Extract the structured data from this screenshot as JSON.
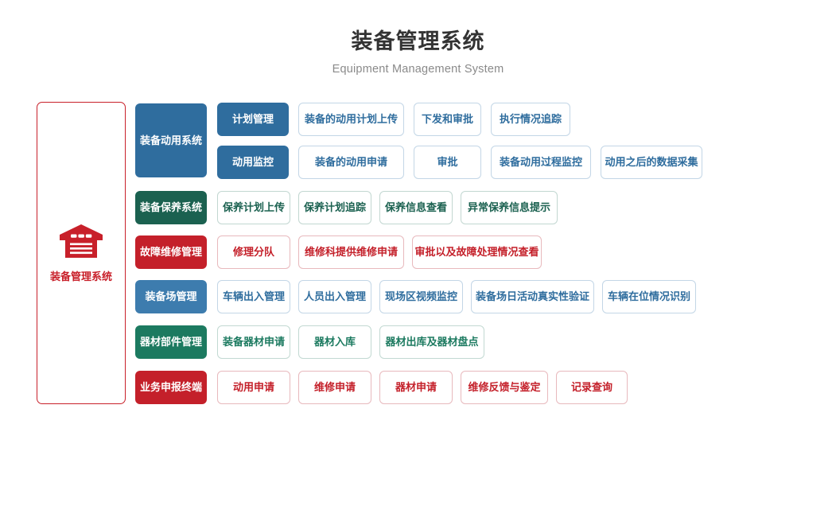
{
  "header": {
    "title": "装备管理系统",
    "subtitle": "Equipment Management System"
  },
  "root": {
    "label": "装备管理系统",
    "icon": "warehouse-icon",
    "color": "#c8202a"
  },
  "palette": {
    "blue_dark": "#2f6d9e",
    "blue_mid": "#3d7cae",
    "green_dark": "#1b6150",
    "green_mid": "#1c7a60",
    "red": "#c4202a",
    "leaf_blue_border": "#c3d6e6",
    "leaf_green_border": "#c2d7d1",
    "leaf_red_border": "#e8b9bd",
    "title_color": "#333333",
    "subtitle_color": "#8a8a8a"
  },
  "groups": [
    {
      "name": "装备动用系统",
      "theme": "blue",
      "subgroups": [
        {
          "name": "计划管理",
          "leaves": [
            "装备的动用计划上传",
            "下发和审批",
            "执行情况追踪"
          ]
        },
        {
          "name": "动用监控",
          "leaves": [
            "装备的动用申请",
            "审批",
            "装备动用过程监控",
            "动用之后的数据采集"
          ]
        }
      ]
    },
    {
      "name": "装备保养系统",
      "theme": "green",
      "subgroups": [
        {
          "name": null,
          "leaves": [
            "保养计划上传",
            "保养计划追踪",
            "保养信息查看",
            "异常保养信息提示"
          ]
        }
      ]
    },
    {
      "name": "故障维修管理",
      "theme": "red",
      "subgroups": [
        {
          "name": null,
          "leaves": [
            "修理分队",
            "维修科提供维修申请",
            "审批以及故障处理情况查看"
          ]
        }
      ]
    },
    {
      "name": "装备场管理",
      "theme": "blue-mid",
      "subgroups": [
        {
          "name": null,
          "leaves": [
            "车辆出入管理",
            "人员出入管理",
            "现场区视频监控",
            "装备场日活动真实性验证",
            "车辆在位情况识别"
          ]
        }
      ]
    },
    {
      "name": "器材部件管理",
      "theme": "green-mid",
      "subgroups": [
        {
          "name": null,
          "leaves": [
            "装备器材申请",
            "器材入库",
            "器材出库及器材盘点"
          ]
        }
      ]
    },
    {
      "name": "业务申报终端",
      "theme": "red",
      "subgroups": [
        {
          "name": null,
          "leaves": [
            "动用申请",
            "维修申请",
            "器材申请",
            "维修反馈与鉴定",
            "记录查询"
          ]
        }
      ]
    }
  ]
}
